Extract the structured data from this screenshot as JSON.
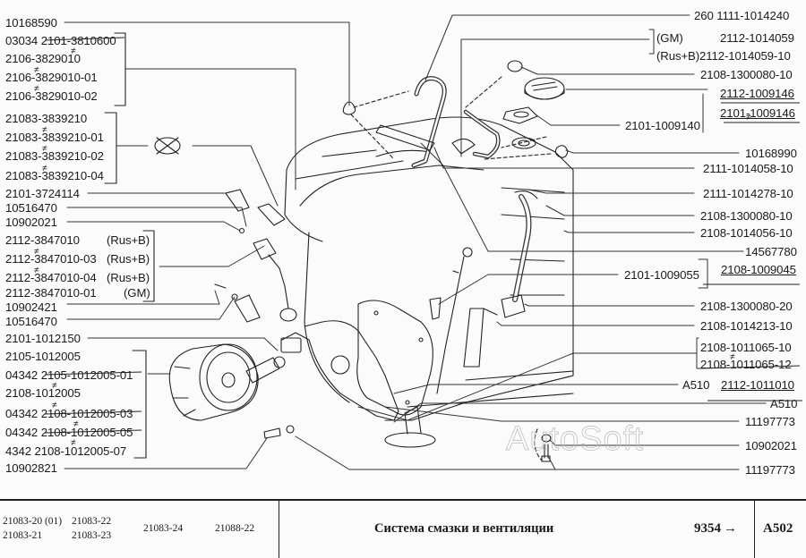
{
  "diagram": {
    "title": "Система смазки и вентиляции",
    "watermark": "AutoSoft",
    "left_labels": [
      {
        "id": "l1",
        "text": "10168590"
      },
      {
        "id": "l2",
        "text": "03034 2101-3810600",
        "struck": true
      },
      {
        "id": "l3",
        "text": "2106-3829010"
      },
      {
        "id": "l4",
        "text": "2106-3829010-01"
      },
      {
        "id": "l5",
        "text": "2106-3829010-02"
      },
      {
        "id": "l6",
        "text": "21083-3839210"
      },
      {
        "id": "l7",
        "text": "21083-3839210-01"
      },
      {
        "id": "l8",
        "text": "21083-3839210-02"
      },
      {
        "id": "l9",
        "text": "21083-3839210-04"
      },
      {
        "id": "l10",
        "text": "2101-3724114"
      },
      {
        "id": "l11",
        "text": "10516470"
      },
      {
        "id": "l12",
        "text": "10902021"
      },
      {
        "id": "l13",
        "text": "2112-3847010",
        "note": "(Rus+B)"
      },
      {
        "id": "l14",
        "text": "2112-3847010-03",
        "note": "(Rus+B)"
      },
      {
        "id": "l15",
        "text": "2112-3847010-04",
        "note": "(Rus+B)"
      },
      {
        "id": "l16",
        "text": "2112-3847010-01",
        "note": "(GM)"
      },
      {
        "id": "l17",
        "text": "10902421"
      },
      {
        "id": "l18",
        "text": "10516470"
      },
      {
        "id": "l19",
        "text": "2101-1012150"
      },
      {
        "id": "l20",
        "text": "2105-1012005"
      },
      {
        "id": "l21",
        "text": "04342 2105-1012005-01",
        "struck": true
      },
      {
        "id": "l22",
        "text": "2108-1012005"
      },
      {
        "id": "l23",
        "text": "04342 2108-1012005-03",
        "struck": true
      },
      {
        "id": "l24",
        "text": "04342 2108-1012005-05",
        "struck": true
      },
      {
        "id": "l25",
        "text": "4342   2108-1012005-07"
      },
      {
        "id": "l26",
        "text": "10902821"
      }
    ],
    "right_labels": [
      {
        "id": "r1",
        "text": "260  1111-1014240"
      },
      {
        "id": "r2a",
        "text": "(GM)"
      },
      {
        "id": "r2",
        "text": "2112-1014059"
      },
      {
        "id": "r3",
        "text": "(Rus+B)2112-1014059-10"
      },
      {
        "id": "r4",
        "text": "2108-1300080-10"
      },
      {
        "id": "r5",
        "text": "2112-1009146",
        "underline": true
      },
      {
        "id": "r6",
        "text": "2101-1009146",
        "underline": true
      },
      {
        "id": "r7",
        "text": "2101-1009140"
      },
      {
        "id": "r8",
        "text": "10168990"
      },
      {
        "id": "r9",
        "text": "2111-1014058-10"
      },
      {
        "id": "r10",
        "text": "2111-1014278-10"
      },
      {
        "id": "r11",
        "text": "2108-1300080-10"
      },
      {
        "id": "r12",
        "text": "2108-1014056-10"
      },
      {
        "id": "r13",
        "text": "14567780"
      },
      {
        "id": "r14",
        "text": "2101-1009055"
      },
      {
        "id": "r15",
        "text": "2108-1009045",
        "underline": true
      },
      {
        "id": "r16",
        "text": "2108-1300080-20"
      },
      {
        "id": "r17",
        "text": "2108-1014213-10"
      },
      {
        "id": "r18",
        "text": "2108-1011065-10"
      },
      {
        "id": "r19",
        "text": "2108-1011065-12",
        "struck": true
      },
      {
        "id": "r20a",
        "text": "A510"
      },
      {
        "id": "r20",
        "text": "2112-1011010",
        "underline": true
      },
      {
        "id": "r21",
        "text": "A510"
      },
      {
        "id": "r22",
        "text": "11197773"
      },
      {
        "id": "r23",
        "text": "10902021"
      },
      {
        "id": "r24",
        "text": "11197773"
      }
    ],
    "not_equal_symbol": "≠"
  },
  "footer": {
    "models": [
      {
        "id": "m1",
        "text": "21083-20 (01)"
      },
      {
        "id": "m2",
        "text": "21083-21"
      },
      {
        "id": "m3",
        "text": "21083-22"
      },
      {
        "id": "m4",
        "text": "21083-23"
      },
      {
        "id": "m5",
        "text": "21083-24"
      },
      {
        "id": "m6",
        "text": "21088-22"
      }
    ],
    "section_title": "Система смазки и вентиляции",
    "group_code": "9354",
    "arrow": "→",
    "page_code": "A502"
  }
}
